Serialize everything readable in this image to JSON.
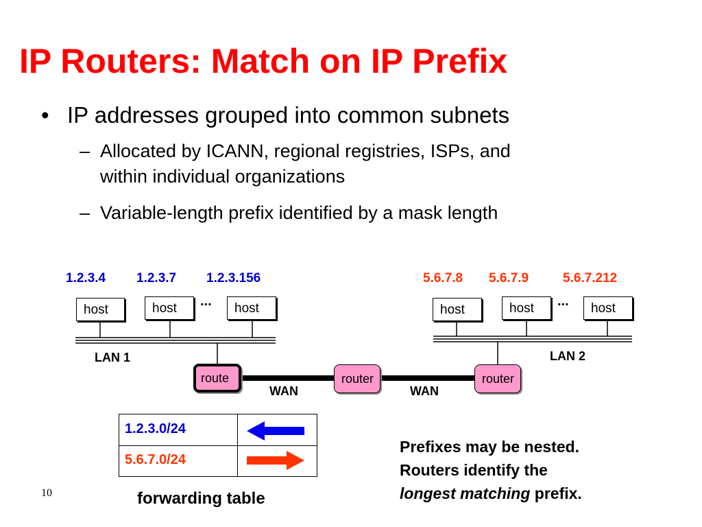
{
  "slide": {
    "title": "IP Routers: Match on IP Prefix",
    "number": "10"
  },
  "bullets": {
    "main": "IP addresses grouped into common subnets",
    "main_marker": "•",
    "sub_marker": "–",
    "sub1_line1": "Allocated by ICANN, regional registries, ISPs, and",
    "sub1_line2": "within individual organizations",
    "sub2": "Variable-length prefix identified by a mask length"
  },
  "diagram": {
    "lan1": {
      "label": "LAN 1",
      "addresses": [
        "1.2.3.4",
        "1.2.3.7",
        "1.2.3.156"
      ],
      "hosts": [
        "host",
        "host",
        "host"
      ],
      "ellipsis": "..."
    },
    "lan2": {
      "label": "LAN 2",
      "addresses": [
        "5.6.7.8",
        "5.6.7.9",
        "5.6.7.212"
      ],
      "hosts": [
        "host",
        "host",
        "host"
      ],
      "ellipsis": "..."
    },
    "routers": [
      "route",
      "router",
      "router"
    ],
    "wan_labels": [
      "WAN",
      "WAN"
    ],
    "colors": {
      "lan1_address": "#0000cc",
      "lan2_address": "#ff3300",
      "router_fill": "#ff99cc",
      "arrow_blue": "#0000ee",
      "arrow_red": "#ff3300"
    }
  },
  "forwarding_table": {
    "caption": "forwarding table",
    "rows": [
      {
        "prefix": "1.2.3.0/24",
        "direction": "left-arrow"
      },
      {
        "prefix": "5.6.7.0/24",
        "direction": "right-arrow"
      }
    ]
  },
  "note": {
    "line1": "Prefixes may be nested.",
    "line2": "Routers identify the",
    "line3_italic": "longest matching",
    "line3_rest": " prefix."
  }
}
